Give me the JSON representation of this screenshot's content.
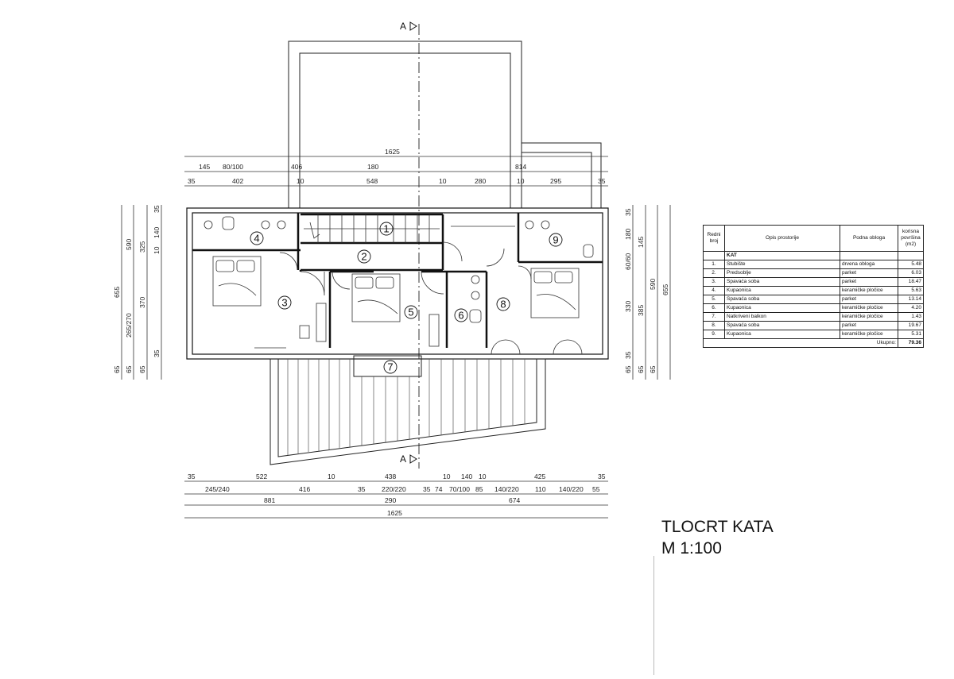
{
  "section_marker": "A",
  "dims_top": {
    "row1": [
      "1625"
    ],
    "row2": [
      "145",
      "80/100",
      "406",
      "180",
      "814"
    ],
    "row3": [
      "35",
      "402",
      "10",
      "548",
      "10",
      "280",
      "10",
      "295",
      "35"
    ]
  },
  "dims_bottom": {
    "row1": [
      "35",
      "522",
      "10",
      "438",
      "10",
      "140",
      "10",
      "425",
      "35"
    ],
    "row2": [
      "245/240",
      "416",
      "35",
      "220/220",
      "35",
      "74",
      "70/100",
      "85",
      "140/220",
      "110",
      "140/220",
      "55"
    ],
    "row3": [
      "881",
      "290",
      "674"
    ],
    "row4": [
      "1625"
    ]
  },
  "dims_left": {
    "col1": [
      "655",
      "65"
    ],
    "col2": [
      "590",
      "265/270",
      "65"
    ],
    "col3": [
      "325",
      "370",
      "65"
    ],
    "col4": [
      "35",
      "140",
      "10",
      "35"
    ]
  },
  "dims_right": {
    "col1": [
      "35",
      "180",
      "60/60",
      "330",
      "35",
      "65"
    ],
    "col2": [
      "145",
      "385",
      "65"
    ],
    "col3": [
      "590",
      "65"
    ],
    "col4": [
      "655"
    ]
  },
  "rooms": [
    "1",
    "2",
    "3",
    "4",
    "5",
    "6",
    "7",
    "8",
    "9"
  ],
  "legend": {
    "headers": [
      "Redni broj",
      "Opis prostorije",
      "Podna obloga",
      "korisna površina (m2)"
    ],
    "section": "KAT",
    "rows": [
      {
        "no": "1.",
        "name": "Stubište",
        "floor": "drvena obloga",
        "area": "5.48"
      },
      {
        "no": "2.",
        "name": "Predsoblje",
        "floor": "parket",
        "area": "6.03"
      },
      {
        "no": "3.",
        "name": "Spavaća soba",
        "floor": "parket",
        "area": "18.47"
      },
      {
        "no": "4.",
        "name": "Kupaonica",
        "floor": "keramičke pločice",
        "area": "5.63"
      },
      {
        "no": "5.",
        "name": "Spavaća soba",
        "floor": "parket",
        "area": "13.14"
      },
      {
        "no": "6.",
        "name": "Kupaonica",
        "floor": "keramičke pločice",
        "area": "4.20"
      },
      {
        "no": "7.",
        "name": "Natkriveni balkon",
        "floor": "keramičke pločice",
        "area": "1.43"
      },
      {
        "no": "8.",
        "name": "Spavaća soba",
        "floor": "parket",
        "area": "19.67"
      },
      {
        "no": "9.",
        "name": "Kupaonica",
        "floor": "keramičke pločice",
        "area": "5.31"
      }
    ],
    "total_label": "Ukupno:",
    "total": "79.36"
  },
  "title": {
    "line1": "TLOCRT KATA",
    "line2": "M 1:100"
  }
}
